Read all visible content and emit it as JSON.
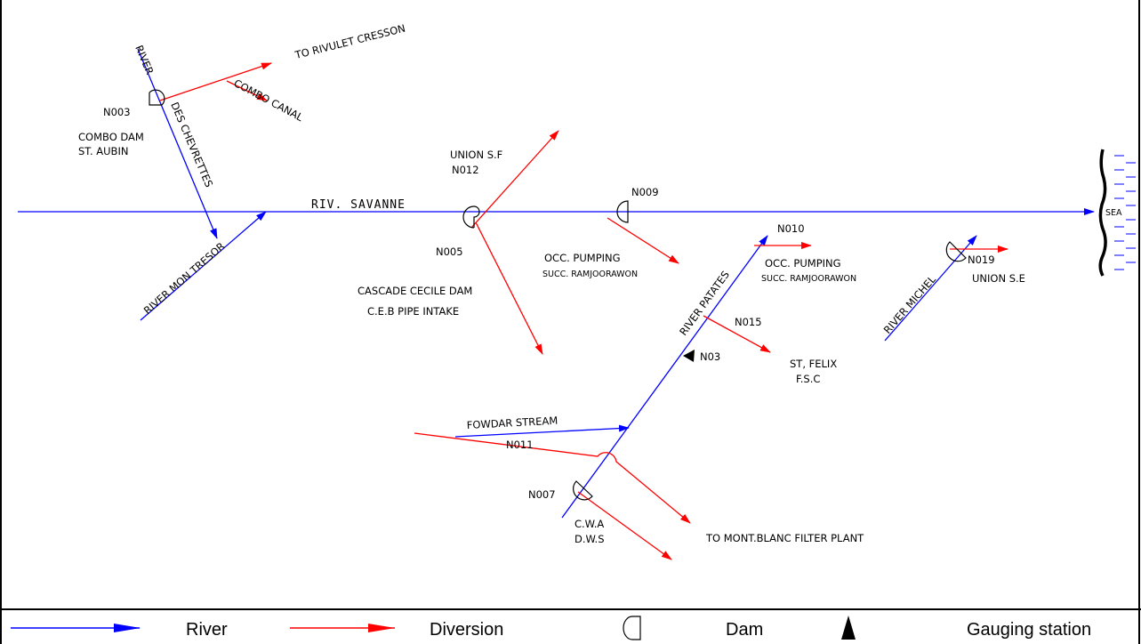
{
  "colors": {
    "river": "#0000ff",
    "diversion": "#ff0000",
    "frame": "#000000"
  },
  "labels": {
    "to_rivulet_cresson": "TO RIVULET CRESSON",
    "river": "RIVER",
    "des_chevrettes": "DES CHEVRETTES",
    "combo_canal": "COMBO CANAL",
    "n003": "N003",
    "combo_dam": "COMBO DAM",
    "st_aubin": "ST. AUBIN",
    "union_sf": "UNION S.F",
    "n012": "N012",
    "riv_savanne": "RIV. SAVANNE",
    "n009": "N009",
    "n005": "N005",
    "river_mon_tresor": "RIVER MON TRESOR",
    "cascade_cecile_dam": "CASCADE CECILE DAM",
    "ceb_pipe_intake": "C.E.B PIPE INTAKE",
    "occ_pumping_1": "OCC. PUMPING",
    "succ_ramjoorawon_1": "SUCC. RAMJOORAWON",
    "n010": "N010",
    "occ_pumping_2": "OCC. PUMPING",
    "succ_ramjoorawon_2": "SUCC. RAMJOORAWON",
    "river_patates": "RIVER PATATES",
    "n015": "N015",
    "n03": "N03",
    "st_felix": "ST, FELIX",
    "fsc": "F.S.C",
    "fowdar_stream": "FOWDAR STREAM",
    "n011": "N011",
    "n007": "N007",
    "cwa": "C.W.A",
    "dws": "D.W.S",
    "to_mont_blanc": "TO MONT.BLANC FILTER PLANT",
    "river_michel": "RIVER MICHEL",
    "n019": "N019",
    "union_se": "UNION S.E",
    "sea": "SEA"
  },
  "legend": {
    "river": "River",
    "diversion": "Diversion",
    "dam": "Dam",
    "gauging": "Gauging station"
  }
}
